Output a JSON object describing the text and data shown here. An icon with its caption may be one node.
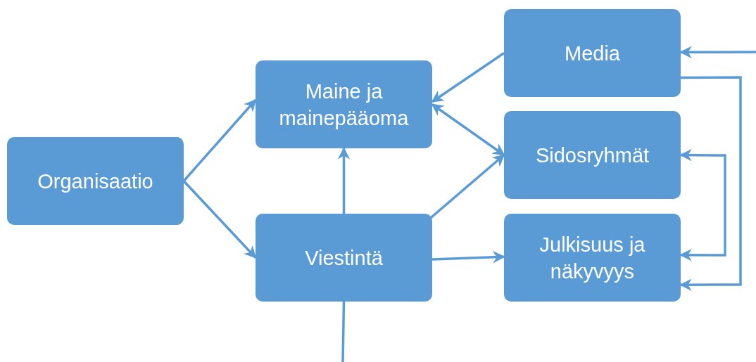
{
  "diagram": {
    "nodes": [
      {
        "text": [
          "Organisaatio"
        ]
      },
      {
        "text": [
          "Maine ja mainepääoma"
        ]
      },
      {
        "text": [
          "Viestintä"
        ]
      },
      {
        "text": [
          "Media"
        ]
      },
      {
        "text": [
          "Sidosryhmät"
        ]
      },
      {
        "text": [
          "Julkisuus ja näkyvyys"
        ]
      }
    ],
    "edges": [
      {
        "from": 0,
        "to": 1,
        "arrow": "to"
      },
      {
        "from": 0,
        "to": 2,
        "arrow": "to"
      },
      {
        "from": 2,
        "to": 1,
        "arrow": "to"
      },
      {
        "from": 3,
        "to": 1,
        "arrow": "to"
      },
      {
        "from": 1,
        "to": 4,
        "arrow": "both"
      },
      {
        "from": 2,
        "to": 4,
        "arrow": "to"
      },
      {
        "from": 2,
        "to": 5,
        "arrow": "to"
      },
      {
        "from": null,
        "to": 3,
        "arrow": "to"
      },
      {
        "from": 3,
        "to": 5,
        "arrow": "to"
      },
      {
        "from": 4,
        "to": 5,
        "arrow": "both"
      },
      {
        "from": 2,
        "to": null,
        "arrow": "none"
      }
    ]
  }
}
